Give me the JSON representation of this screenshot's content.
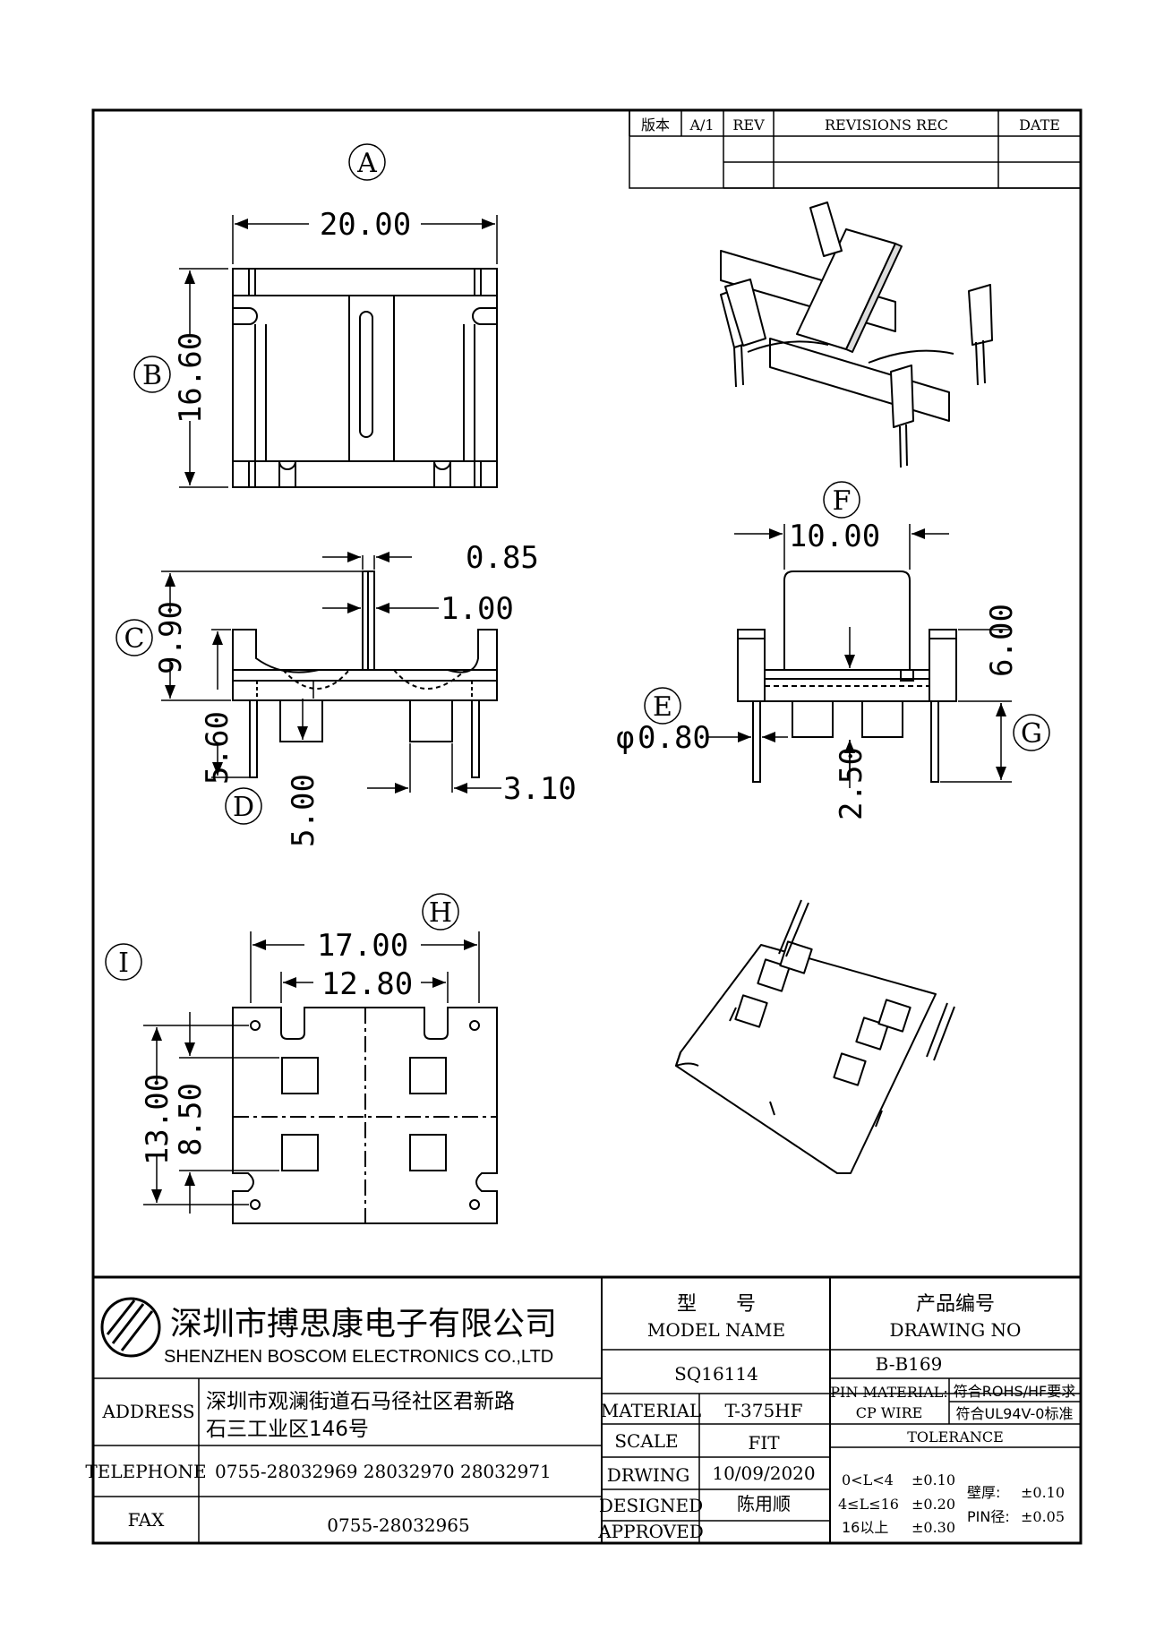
{
  "revision_table": {
    "version_label": "版本",
    "version_value": "A/1",
    "rev": "REV",
    "revisions_rec": "REVISIONS REC",
    "date": "DATE"
  },
  "callouts": {
    "A": "A",
    "B": "B",
    "C": "C",
    "D": "D",
    "E": "E",
    "F": "F",
    "G": "G",
    "H": "H",
    "I": "I"
  },
  "dimensions": {
    "width_top": "20.00",
    "height_top": "16.60",
    "pin_thick": "0.85",
    "wall_thick": "1.00",
    "height_side": "9.90",
    "pin_len": "5.60",
    "peg_len": "5.00",
    "pin_offset": "3.10",
    "inner_width": "10.00",
    "height_front": "6.00",
    "pin_dia": "0.80",
    "dia_symbol": "φ",
    "peg_offset": "2.50",
    "pin_pitch_x": "17.00",
    "slot_width": "12.80",
    "pin_pitch_y": "13.00",
    "slot_pitch_y": "8.50"
  },
  "title_block": {
    "company_cn": "深圳市搏思康电子有限公司",
    "company_en": "SHENZHEN BOSCOM ELECTRONICS CO.,LTD",
    "address_label": "ADDRESS",
    "address_line1": "深圳市观澜街道石马径社区君新路",
    "address_line2": "石三工业区146号",
    "telephone_label": "TELEPHONE",
    "telephone": "0755-28032969 28032970 28032971",
    "fax_label": "FAX",
    "fax": "0755-28032965",
    "model_cn": "型　　号",
    "model_en": "MODEL NAME",
    "model_value": "SQ16114",
    "drawing_cn": "产品编号",
    "drawing_en": "DRAWING NO",
    "drawing_value": "B-B169",
    "material_label": "MATERIAL",
    "material_value": "T-375HF",
    "scale_label": "SCALE",
    "scale_value": "FIT",
    "drwing_label": "DRWING",
    "drwing_value": "10/09/2020",
    "designed_label": "DESIGNED",
    "designed_value": "陈用顺",
    "approved_label": "APPROVED",
    "pin_material_label": "PIN MATERIAL:",
    "pin_material_value": "CP WIRE",
    "rohs": "符合ROHS/HF要求",
    "ul": "符合UL94V-0标准",
    "tolerance_label": "TOLERANCE",
    "tol_r1_range": "0<L<4",
    "tol_r1_val": "±0.10",
    "tol_r2_range": "4≤L≤16",
    "tol_r2_val": "±0.20",
    "tol_r3_range": "16以上",
    "tol_r3_val": "±0.30",
    "wall_label": "壁厚:",
    "wall_val": "±0.10",
    "pin_dia_label": "PIN径:",
    "pin_dia_val": "±0.05"
  }
}
